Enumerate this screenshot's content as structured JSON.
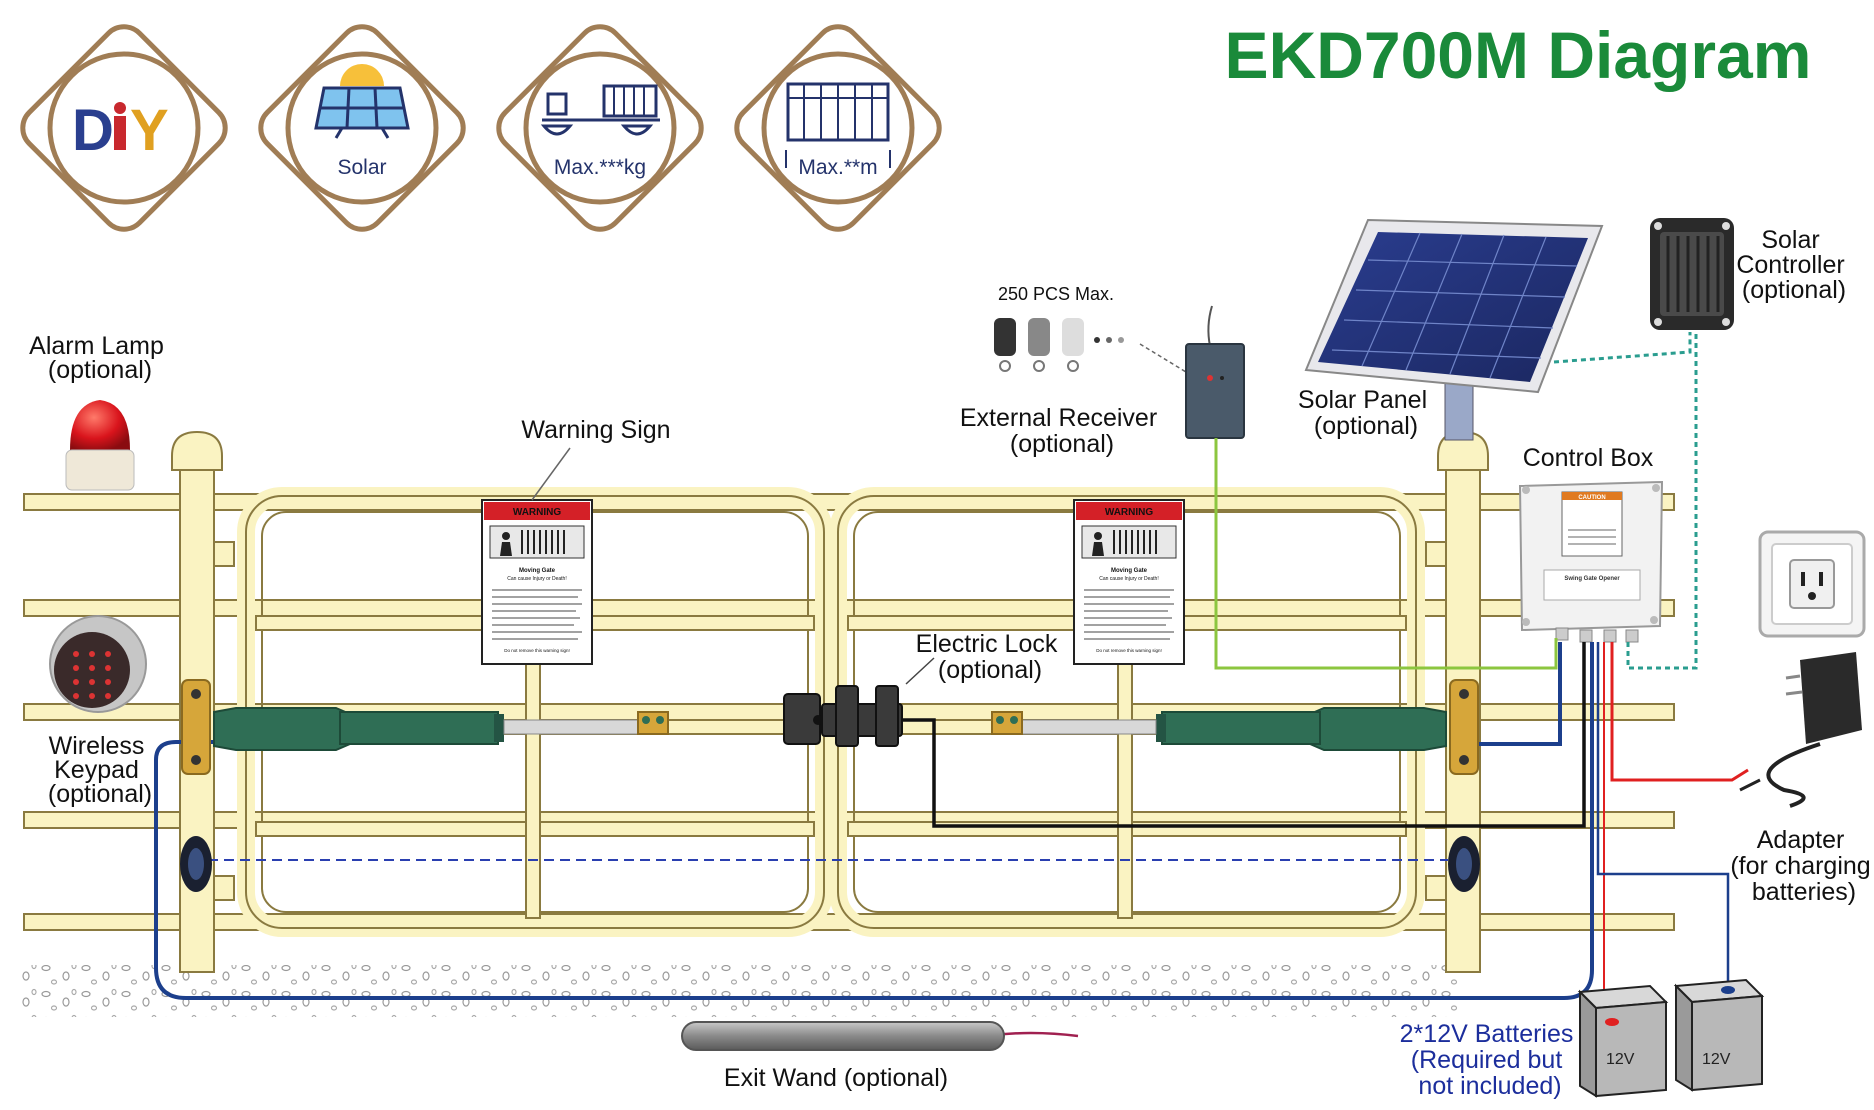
{
  "title": "EKD700M Diagram",
  "badges": [
    {
      "icon": "diy-icon",
      "text": "DIY",
      "label": ""
    },
    {
      "icon": "solar-icon",
      "label": "Solar"
    },
    {
      "icon": "weight-scale-icon",
      "label": "Max.***kg"
    },
    {
      "icon": "gate-length-icon",
      "label": "Max.**m"
    }
  ],
  "labels": {
    "alarm_lamp": [
      "Alarm Lamp",
      "(optional)"
    ],
    "wireless_keypad": [
      "Wireless",
      "Keypad",
      "(optional)"
    ],
    "warning_sign": "Warning Sign",
    "remotes_max": "250 PCS Max.",
    "external_receiver": [
      "External Receiver",
      "(optional)"
    ],
    "solar_panel": [
      "Solar Panel",
      "(optional)"
    ],
    "solar_controller": [
      "Solar",
      "Controller",
      "(optional)"
    ],
    "control_box": "Control Box",
    "electric_lock": [
      "Electric Lock",
      "(optional)"
    ],
    "adapter": [
      "Adapter",
      "(for charging",
      "batteries)"
    ],
    "batteries": [
      "2*12V Batteries",
      "(Required but",
      "not included)"
    ],
    "exit_wand": "Exit Wand (optional)"
  },
  "warning_sign": {
    "header": "WARNING",
    "title": "Moving Gate",
    "subtitle": "Can cause Injury or Death!",
    "footer": "Do not remove this warning sign!"
  },
  "control_box_panel": {
    "caution": "CAUTION",
    "name": "Swing Gate Opener"
  },
  "battery_label": "12V",
  "colors": {
    "title": "#1a8a3a",
    "badge_ring": "#a07d55",
    "gate": "#faf3c2",
    "gate_outline": "#8a7a40",
    "motor": "#2f6e55",
    "wire_blue": "#1c3f8c",
    "wire_green": "#8cc63f",
    "wire_red": "#e02020",
    "wire_black": "#111111",
    "solar_dashed": "#2a9d8f",
    "battery_text": "#1c2e9c"
  }
}
